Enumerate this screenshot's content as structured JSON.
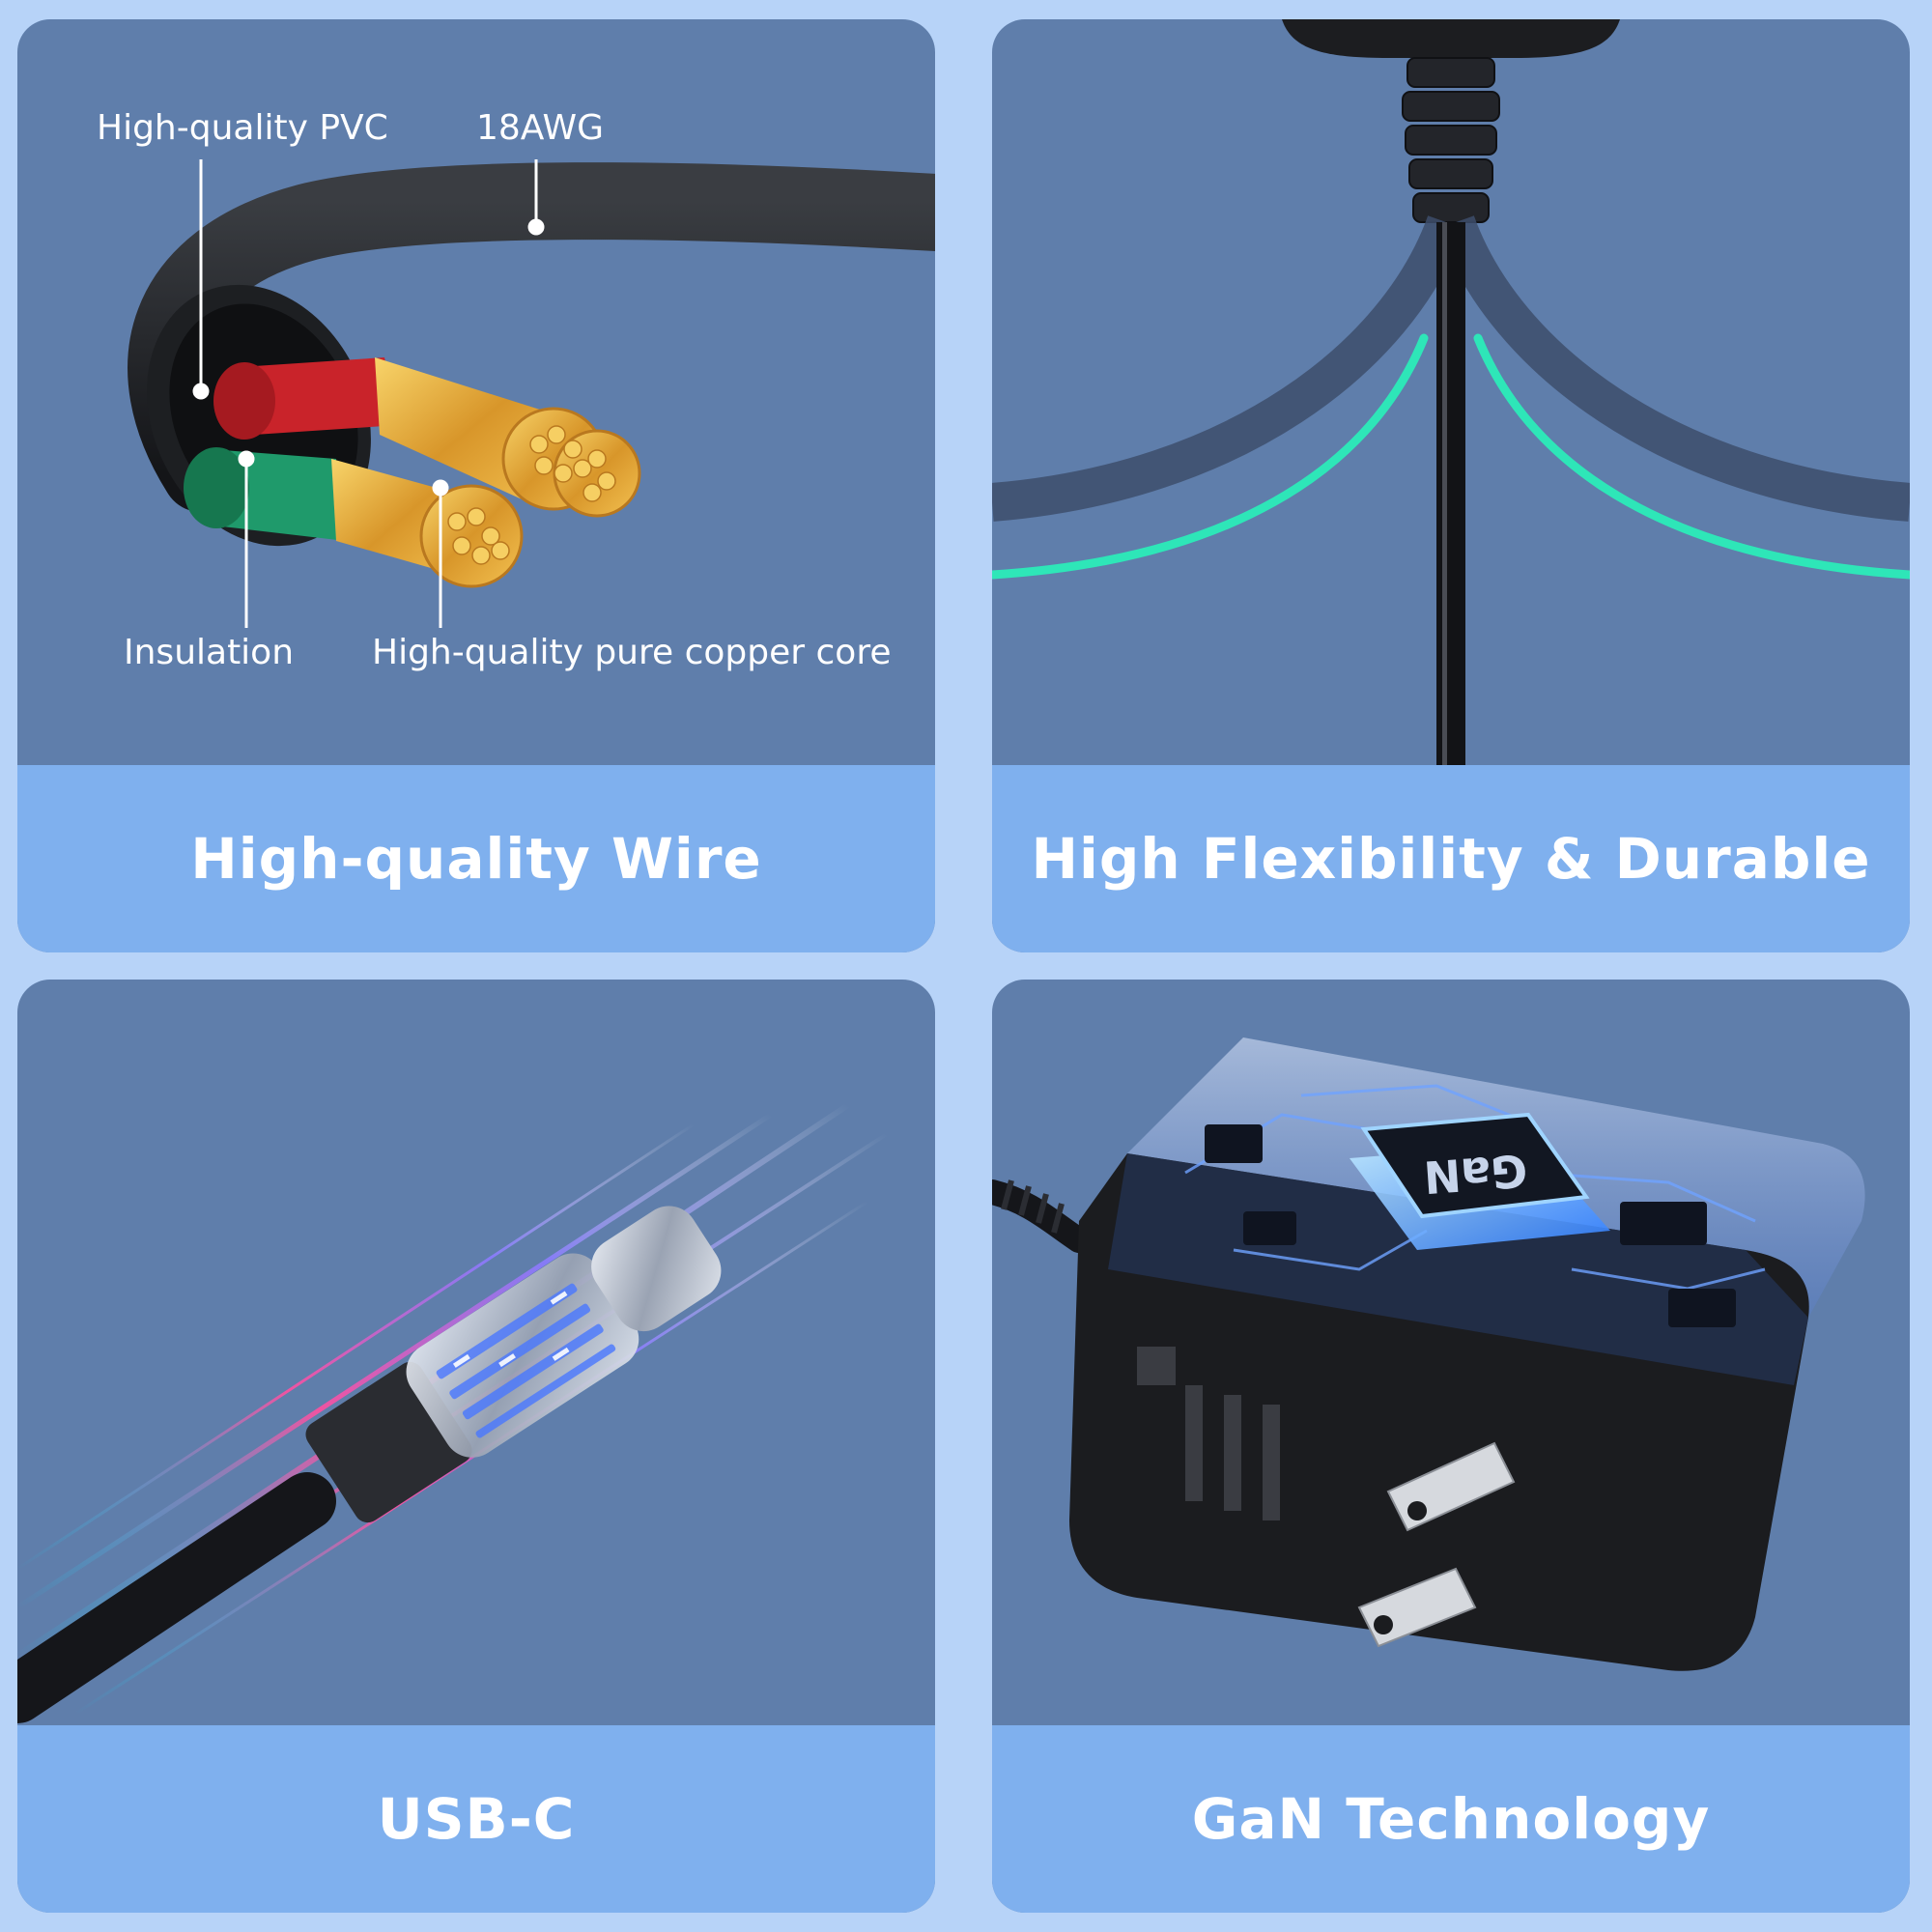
{
  "panels": [
    {
      "caption": "High-quality Wire",
      "callouts": {
        "pvc": "High-quality PVC",
        "awg": "18AWG",
        "insulation": "Insulation",
        "copper": "High-quality pure copper core"
      }
    },
    {
      "caption": "High Flexibility & Durable"
    },
    {
      "caption": "USB-C"
    },
    {
      "caption": "GaN Technology",
      "chip_label": "GaN"
    }
  ],
  "colors": {
    "page_background": "#b7d3f8",
    "panel_background": "#5f7eab",
    "caption_band": "#7fb0ee",
    "caption_text": "#ffffff",
    "flex_highlight": "#2ee6b8",
    "copper": "#e6a63a",
    "insulation_red": "#d1252b",
    "insulation_green": "#1e9a6a"
  },
  "icons": [
    "wire-cross-section-illustration",
    "bending-cable-illustration",
    "usb-c-connector-illustration",
    "gan-charger-illustration"
  ]
}
